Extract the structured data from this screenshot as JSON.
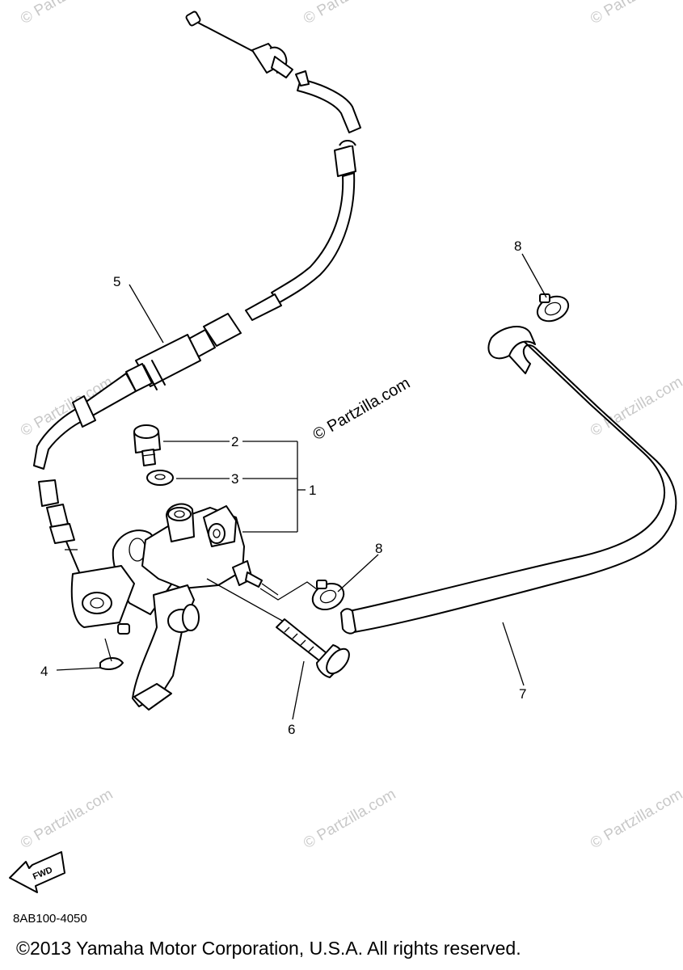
{
  "callouts": {
    "c1": "1",
    "c2": "2",
    "c3": "3",
    "c4": "4",
    "c5": "5",
    "c6": "6",
    "c7": "7",
    "c8a": "8",
    "c8b": "8"
  },
  "watermark": {
    "main": "© Partzilla.com",
    "faint": "© Partzilla.com"
  },
  "fwd_label": "FWD",
  "diagram_code": "8AB100-4050",
  "copyright": "©2013 Yamaha Motor Corporation, U.S.A. All rights reserved."
}
